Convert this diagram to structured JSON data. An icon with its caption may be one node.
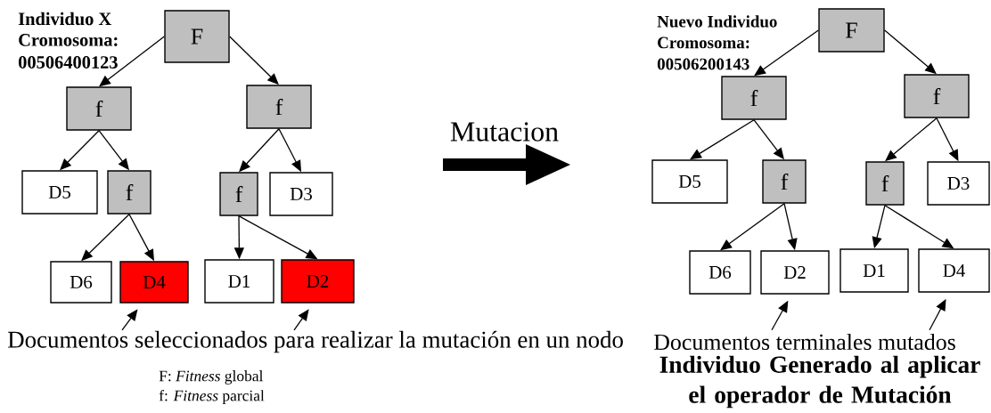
{
  "diagram": {
    "nodes": [
      {
        "text": [
          "F"
        ]
      },
      {
        "text": [
          "f"
        ]
      },
      {
        "text": [
          "f"
        ]
      },
      {
        "text": [
          "D5"
        ]
      },
      {
        "text": [
          "f"
        ]
      },
      {
        "text": [
          "f"
        ]
      },
      {
        "text": [
          "D3"
        ]
      },
      {
        "text": [
          "D6"
        ]
      },
      {
        "text": [
          "D4"
        ]
      },
      {
        "text": [
          "D1"
        ]
      },
      {
        "text": [
          "D2"
        ]
      },
      {
        "text": [
          "F"
        ]
      },
      {
        "text": [
          "f"
        ]
      },
      {
        "text": [
          "f"
        ]
      },
      {
        "text": [
          "D5"
        ]
      },
      {
        "text": [
          "f"
        ]
      },
      {
        "text": [
          "f"
        ]
      },
      {
        "text": [
          "D3"
        ]
      },
      {
        "text": [
          "D6"
        ]
      },
      {
        "text": [
          "D2"
        ]
      },
      {
        "text": [
          "D1"
        ]
      },
      {
        "text": [
          "D4"
        ]
      },
      {
        "text": [
          "Documentos seleccionados para realizar la mutación en un nodo"
        ]
      },
      {
        "text": [
          "Documentos terminales mutados"
        ]
      }
    ],
    "edges": [
      {
        "from": 0,
        "to": 1,
        "arrow": "to"
      },
      {
        "from": 0,
        "to": 2,
        "arrow": "to"
      },
      {
        "from": 1,
        "to": 3,
        "arrow": "to"
      },
      {
        "from": 1,
        "to": 4,
        "arrow": "to"
      },
      {
        "from": 2,
        "to": 5,
        "arrow": "to"
      },
      {
        "from": 2,
        "to": 6,
        "arrow": "to"
      },
      {
        "from": 4,
        "to": 7,
        "arrow": "to"
      },
      {
        "from": 4,
        "to": 8,
        "arrow": "to"
      },
      {
        "from": 5,
        "to": 9,
        "arrow": "to"
      },
      {
        "from": 5,
        "to": 10,
        "arrow": "to"
      },
      {
        "from": 11,
        "to": 12,
        "arrow": "to"
      },
      {
        "from": 11,
        "to": 13,
        "arrow": "to"
      },
      {
        "from": 12,
        "to": 14,
        "arrow": "to"
      },
      {
        "from": 12,
        "to": 15,
        "arrow": "to"
      },
      {
        "from": 13,
        "to": 16,
        "arrow": "to"
      },
      {
        "from": 13,
        "to": 17,
        "arrow": "to"
      },
      {
        "from": 15,
        "to": 18,
        "arrow": "to"
      },
      {
        "from": 15,
        "to": 19,
        "arrow": "to"
      },
      {
        "from": 16,
        "to": 20,
        "arrow": "to"
      },
      {
        "from": 16,
        "to": 21,
        "arrow": "to"
      },
      {
        "from": 22,
        "to": 8,
        "arrow": "to"
      },
      {
        "from": 22,
        "to": 10,
        "arrow": "to"
      },
      {
        "from": 23,
        "to": 19,
        "arrow": "to"
      },
      {
        "from": 23,
        "to": 21,
        "arrow": "to"
      }
    ],
    "labels": [
      "Individuo X",
      "Cromosoma:",
      "00506400123",
      "Mutacion",
      "Nuevo Individuo",
      "Cromosoma:",
      "00506200143",
      "F: *Fitness* global",
      "f: *Fitness* parcial",
      "Individuo Generado al aplicar el operador de Mutación"
    ]
  }
}
